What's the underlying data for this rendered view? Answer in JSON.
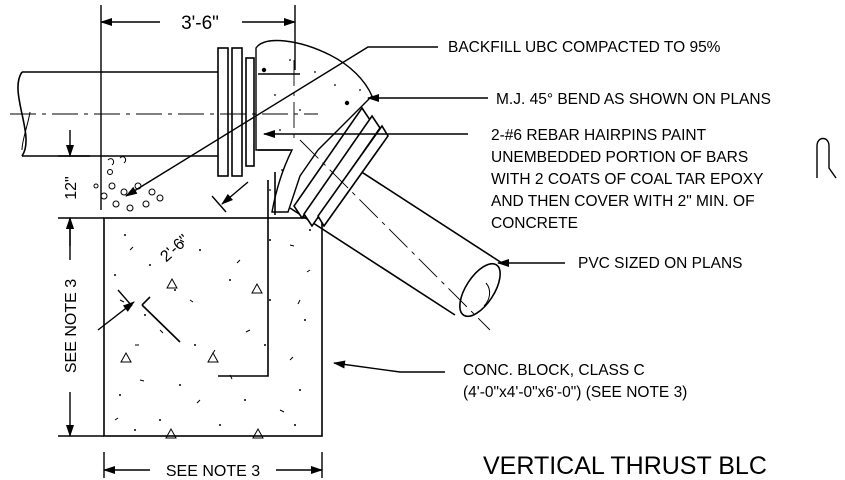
{
  "dimensions": {
    "top_width": "3'-6\"",
    "vertical_offset": "12\"",
    "rebar_length": "2'-6\"",
    "block_height": "SEE NOTE 3",
    "block_width": "SEE NOTE 3"
  },
  "callouts": {
    "backfill": "BACKFILL UBC COMPACTED TO 95%",
    "bend": "M.J. 45° BEND AS SHOWN ON PLANS",
    "rebar_line1": "2-#6 REBAR HAIRPINS PAINT",
    "rebar_line2": "UNEMBEDDED PORTION OF BARS",
    "rebar_line3": "WITH 2 COATS OF COAL TAR EPOXY",
    "rebar_line4": "AND THEN COVER WITH 2\" MIN. OF",
    "rebar_line5": "CONCRETE",
    "pvc": "PVC SIZED ON PLANS",
    "block_line1": "CONC. BLOCK, CLASS C",
    "block_line2": "(4'-0\"x4'-0\"x6'-0\") (SEE NOTE 3)"
  },
  "title": "VERTICAL THRUST BLC",
  "colors": {
    "line": "#000000",
    "background": "#ffffff"
  }
}
